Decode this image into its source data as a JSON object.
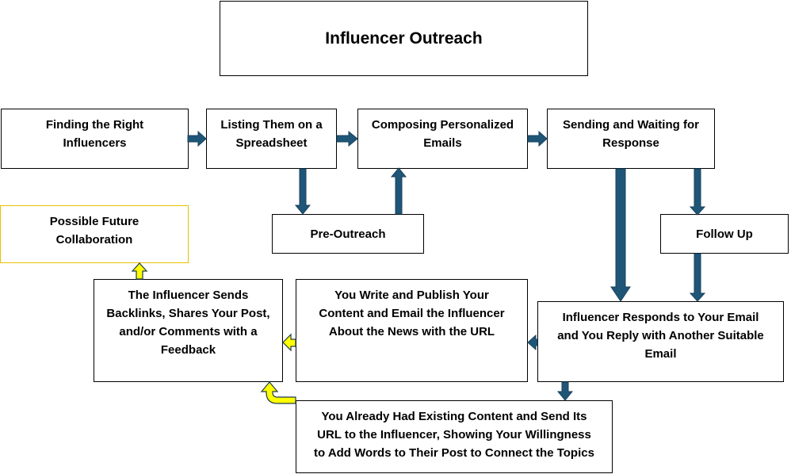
{
  "title": "Influencer Outreach",
  "nodes": {
    "finding": "Finding the Right\nInfluencers",
    "listing": "Listing Them on a\nSpreadsheet",
    "composing": "Composing Personalized\nEmails",
    "sending": "Sending and Waiting for\nResponse",
    "pre_outreach": "Pre-Outreach",
    "follow_up": "Follow Up",
    "possible_collab": "Possible Future\nCollaboration",
    "sends_backlinks": "The Influencer Sends\nBacklinks, Shares Your Post,\nand/or Comments with a\nFeedback",
    "write_publish": "You Write and Publish Your\nContent and Email the Influencer\nAbout the News with the URL",
    "responds": "Influencer Responds to Your Email\nand You Reply with Another Suitable\nEmail",
    "existing_content": "You Already Had Existing Content and Send Its\nURL to the Influencer, Showing Your Willingness\nto Add Words to Their Post to Connect the Topics"
  },
  "colors": {
    "arrow_blue": "#1f5678",
    "arrow_yellow": "#ffff00",
    "collab_border": "#e6c200"
  }
}
